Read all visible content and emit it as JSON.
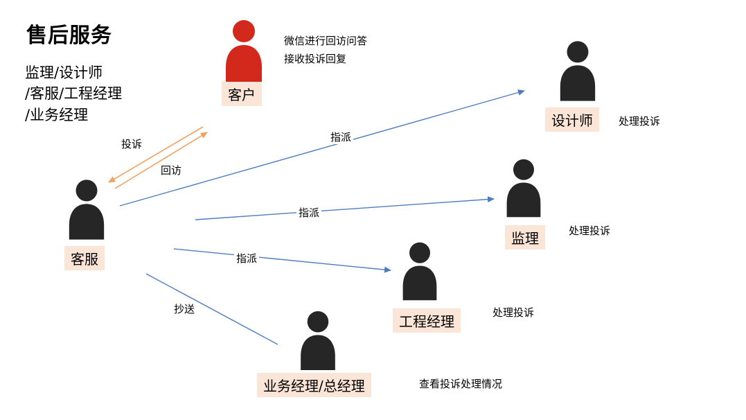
{
  "title": "售后服务",
  "subtitle": {
    "line1": "监理/设计师",
    "line2": "/客服/工程经理",
    "line3": "/业务经理"
  },
  "nodes": {
    "customer": {
      "label": "客户",
      "note_line1": "微信进行回访问答",
      "note_line2": "接收投诉回复"
    },
    "designer": {
      "label": "设计师",
      "note": "处理投诉"
    },
    "supervisor": {
      "label": "监理",
      "note": "处理投诉"
    },
    "project_manager": {
      "label": "工程经理",
      "note": "处理投诉"
    },
    "business_manager": {
      "label": "业务经理/总经理",
      "note": "查看投诉处理情况"
    },
    "customer_service": {
      "label": "客服"
    }
  },
  "edges": {
    "complaint_label": "投诉",
    "followup_label": "回访",
    "assign_designer_label": "指派",
    "assign_supervisor_label": "指派",
    "assign_pm_label": "指派",
    "cc_label": "抄送"
  },
  "colors": {
    "customer_icon": "#d2291c",
    "person_icon": "#262626",
    "label_bg": "#fbe5d6",
    "assign_arrow": "#4e7cbf",
    "complaint_arrow": "#f0a162"
  }
}
